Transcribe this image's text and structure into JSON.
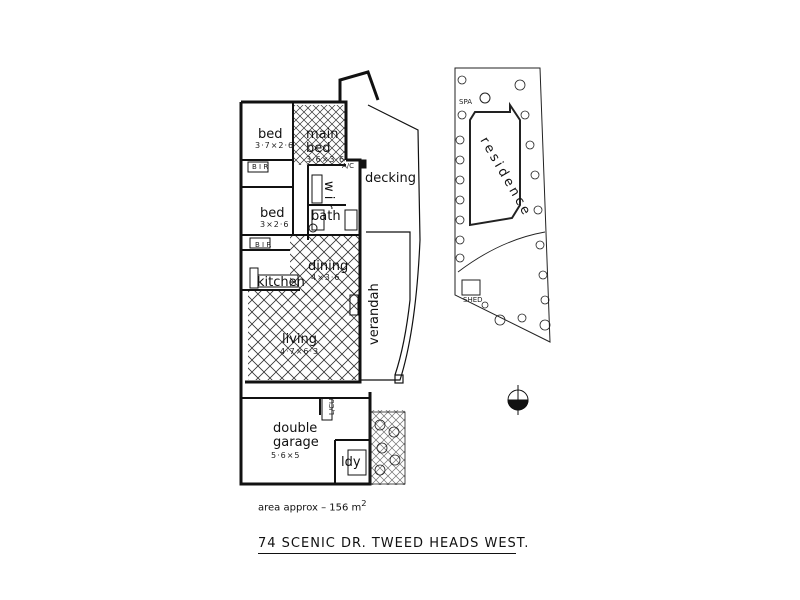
{
  "rooms": {
    "bed1": {
      "label": "bed",
      "dims": "3·7×2·6"
    },
    "main_bed": {
      "label1": "main",
      "label2": "bed",
      "dims": "3·6×3·6"
    },
    "bed2": {
      "label": "bed",
      "dims": "3×2·6"
    },
    "wir": {
      "label": "w i r"
    },
    "bath": {
      "label": "bath"
    },
    "kitchen": {
      "label": "kitchen"
    },
    "dining": {
      "label": "dining",
      "dims": "4×3·6"
    },
    "living": {
      "label": "living",
      "dims": "4·7×6·3"
    },
    "garage": {
      "label1": "double",
      "label2": "garage",
      "dims": "5·6×5"
    },
    "ldy": {
      "label": "ldy"
    },
    "decking": {
      "label": "decking"
    },
    "verandah": {
      "label": "verandah"
    }
  },
  "fixtures": {
    "bir1": "B I R",
    "bir2": "B I R",
    "ac": "A/C",
    "ldry_cupboard": "L/CU"
  },
  "site": {
    "residence": "residence",
    "spa": "SPA",
    "shed": "SHED"
  },
  "footer": {
    "area_text": "area approx  –  156 m",
    "area_sup": "2",
    "address": "74  SCENIC   DR.  TWEED  HEADS  WEST."
  }
}
